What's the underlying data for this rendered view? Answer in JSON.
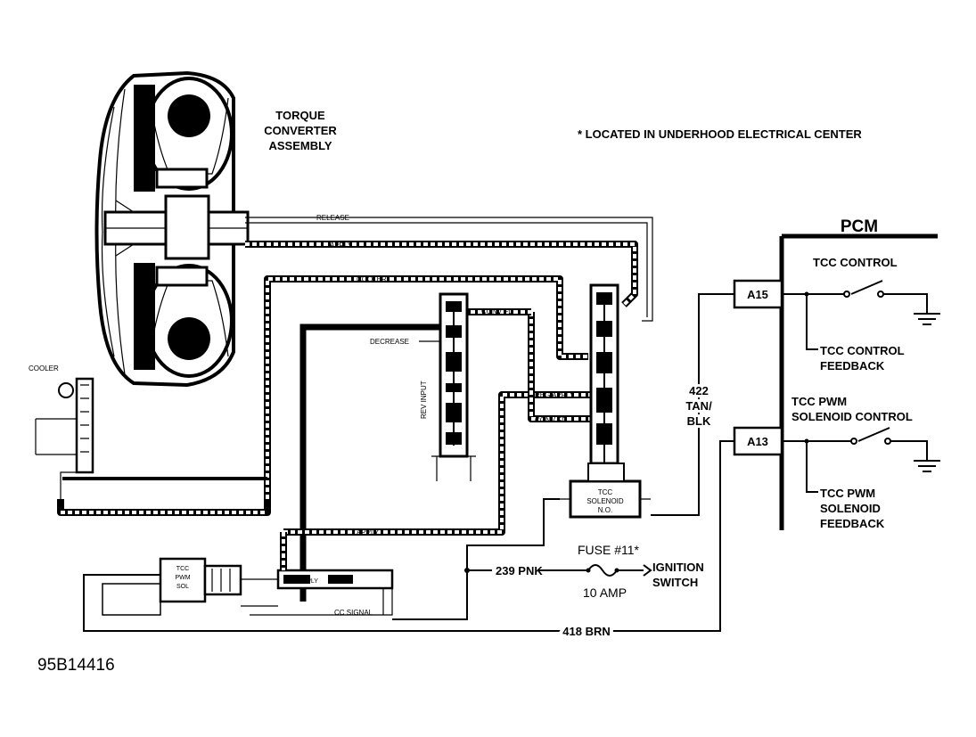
{
  "diagram": {
    "converter_label": [
      "TORQUE",
      "CONVERTER",
      "ASSEMBLY"
    ],
    "note": "* LOCATED IN UNDERHOOD ELECTRICAL CENTER",
    "pcm": {
      "title": "PCM",
      "pin_a15": "A15",
      "pin_a13": "A13",
      "tcc_control": "TCC CONTROL",
      "tcc_control_feedback": [
        "TCC CONTROL",
        "FEEDBACK"
      ],
      "tcc_pwm_control": [
        "TCC PWM",
        "SOLENOID CONTROL"
      ],
      "tcc_pwm_feedback": [
        "TCC PWM",
        "SOLENOID",
        "FEEDBACK"
      ]
    },
    "wires": {
      "w422": [
        "422",
        "TAN/",
        "BLK"
      ],
      "w239": "239 PNK",
      "w418": "418 BRN"
    },
    "fuse": {
      "label": "FUSE #11*",
      "amp": "10 AMP",
      "switch": [
        "IGNITION",
        "SWITCH"
      ]
    },
    "hydraulic": {
      "release": "RELEASE",
      "apply": "APPLY",
      "cooler": "COOLER",
      "line": "LINE",
      "decrease": "DECREASE",
      "conv_fd": "CONV FD",
      "rev_input": "REV INPUT",
      "reg_apply": "REG APPLY",
      "converter_cooler_label": "COOLER",
      "cc_signal": "CC SIGNAL",
      "rel_apply": "REL APPLY",
      "tcc_solenoid": [
        "TCC",
        "SOLENOID",
        "N.O."
      ],
      "tcc_pwm_sol": [
        "TCC",
        "PWM",
        "SOL"
      ]
    },
    "figure_id": "95B14416"
  }
}
